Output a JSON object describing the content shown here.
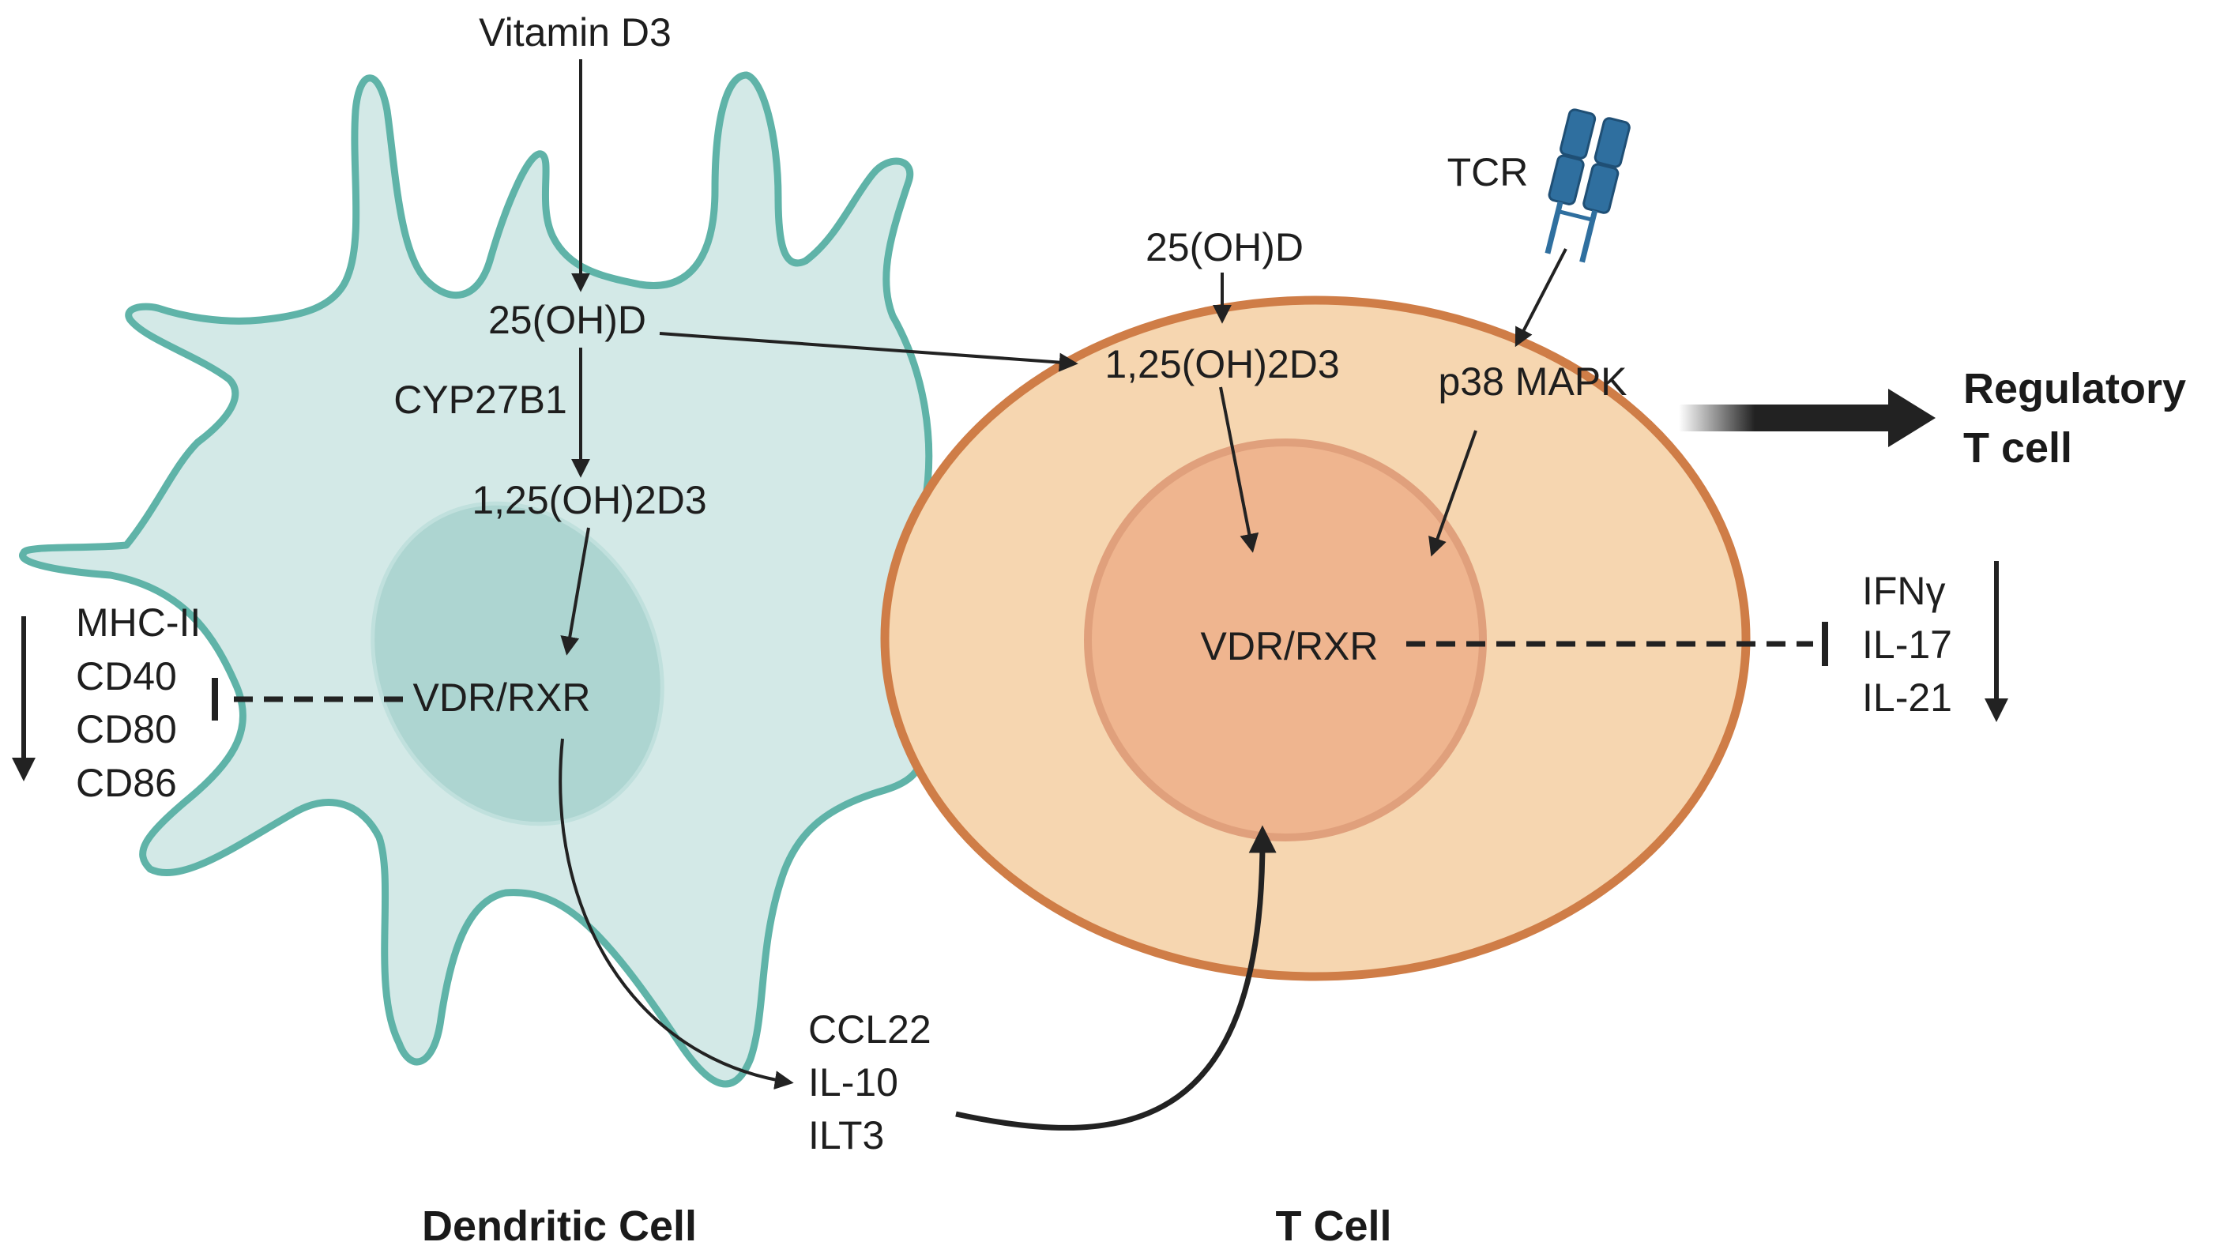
{
  "dendritic_cell": {
    "vitamin_d3": "Vitamin D3",
    "hydroxy_d": "25(OH)D",
    "enzyme": "CYP27B1",
    "active_d3": "1,25(OH)2D3",
    "receptor": "VDR/RXR",
    "surface_markers": [
      "MHC-II",
      "CD40",
      "CD80",
      "CD86"
    ],
    "secreted": [
      "CCL22",
      "IL-10",
      "ILT3"
    ],
    "caption": "Dendritic Cell"
  },
  "t_cell": {
    "receptor_label": "TCR",
    "hydroxy_d": "25(OH)D",
    "active_d3": "1,25(OH)2D3",
    "kinase": "p38 MAPK",
    "receptor": "VDR/RXR",
    "cytokines": [
      "IFNγ",
      "IL-17",
      "IL-21"
    ],
    "caption": "T Cell"
  },
  "outcome": [
    "Regulatory",
    "T cell"
  ],
  "colors": {
    "dc_fill": "#d3e9e7",
    "dc_stroke": "#5fb3a8",
    "dc_nucleus": "#a9d3cf",
    "t_fill": "#f6d6b0",
    "t_stroke": "#cf7d47",
    "t_nucleus": "#efb58f",
    "tcr": "#2f6f9f"
  }
}
